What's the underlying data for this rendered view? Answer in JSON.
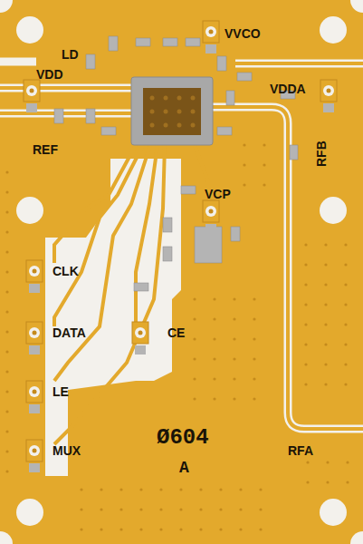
{
  "diagram": {
    "labels": [
      "LD",
      "VVCO",
      "VDD",
      "VDDA",
      "REF",
      "RFB",
      "VCP",
      "CLK",
      "DATA",
      "CE",
      "LE",
      "MUX",
      "Ø604",
      "A",
      "RFA"
    ]
  }
}
